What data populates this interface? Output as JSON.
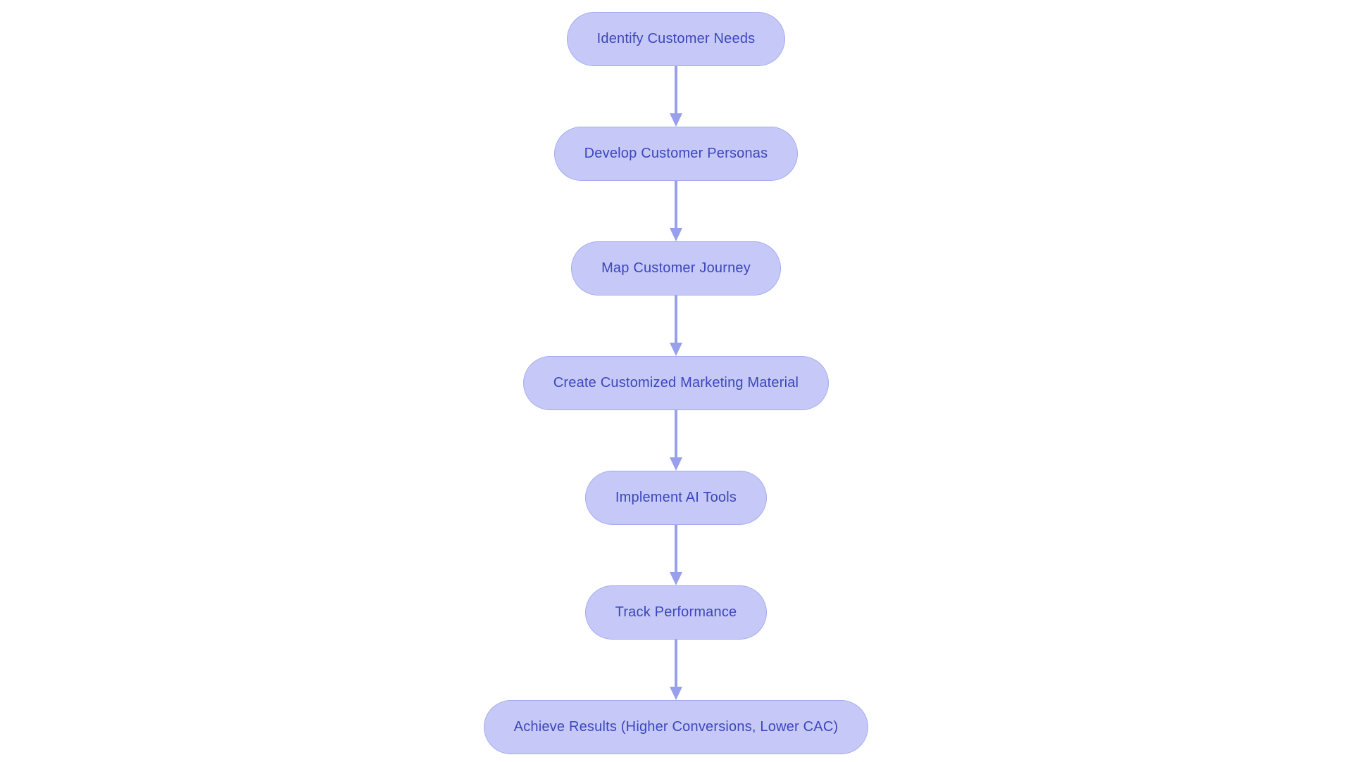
{
  "diagram": {
    "type": "flowchart",
    "direction": "top-down",
    "nodes": [
      {
        "id": "identify-customer-needs",
        "label": "Identify Customer Needs"
      },
      {
        "id": "develop-customer-personas",
        "label": "Develop Customer Personas"
      },
      {
        "id": "map-customer-journey",
        "label": "Map Customer Journey"
      },
      {
        "id": "create-customized-marketing-material",
        "label": "Create Customized Marketing Material"
      },
      {
        "id": "implement-ai-tools",
        "label": "Implement AI Tools"
      },
      {
        "id": "track-performance",
        "label": "Track Performance"
      },
      {
        "id": "achieve-results",
        "label": "Achieve Results (Higher Conversions, Lower CAC)"
      }
    ],
    "edges": [
      {
        "from": "identify-customer-needs",
        "to": "develop-customer-personas"
      },
      {
        "from": "develop-customer-personas",
        "to": "map-customer-journey"
      },
      {
        "from": "map-customer-journey",
        "to": "create-customized-marketing-material"
      },
      {
        "from": "create-customized-marketing-material",
        "to": "implement-ai-tools"
      },
      {
        "from": "implement-ai-tools",
        "to": "track-performance"
      },
      {
        "from": "track-performance",
        "to": "achieve-results"
      }
    ],
    "colors": {
      "background": "#ffffff",
      "node_fill": "#c6c9f7",
      "node_border": "#a3aaef",
      "node_text": "#3b46bd",
      "arrow": "#98a0ec"
    }
  }
}
